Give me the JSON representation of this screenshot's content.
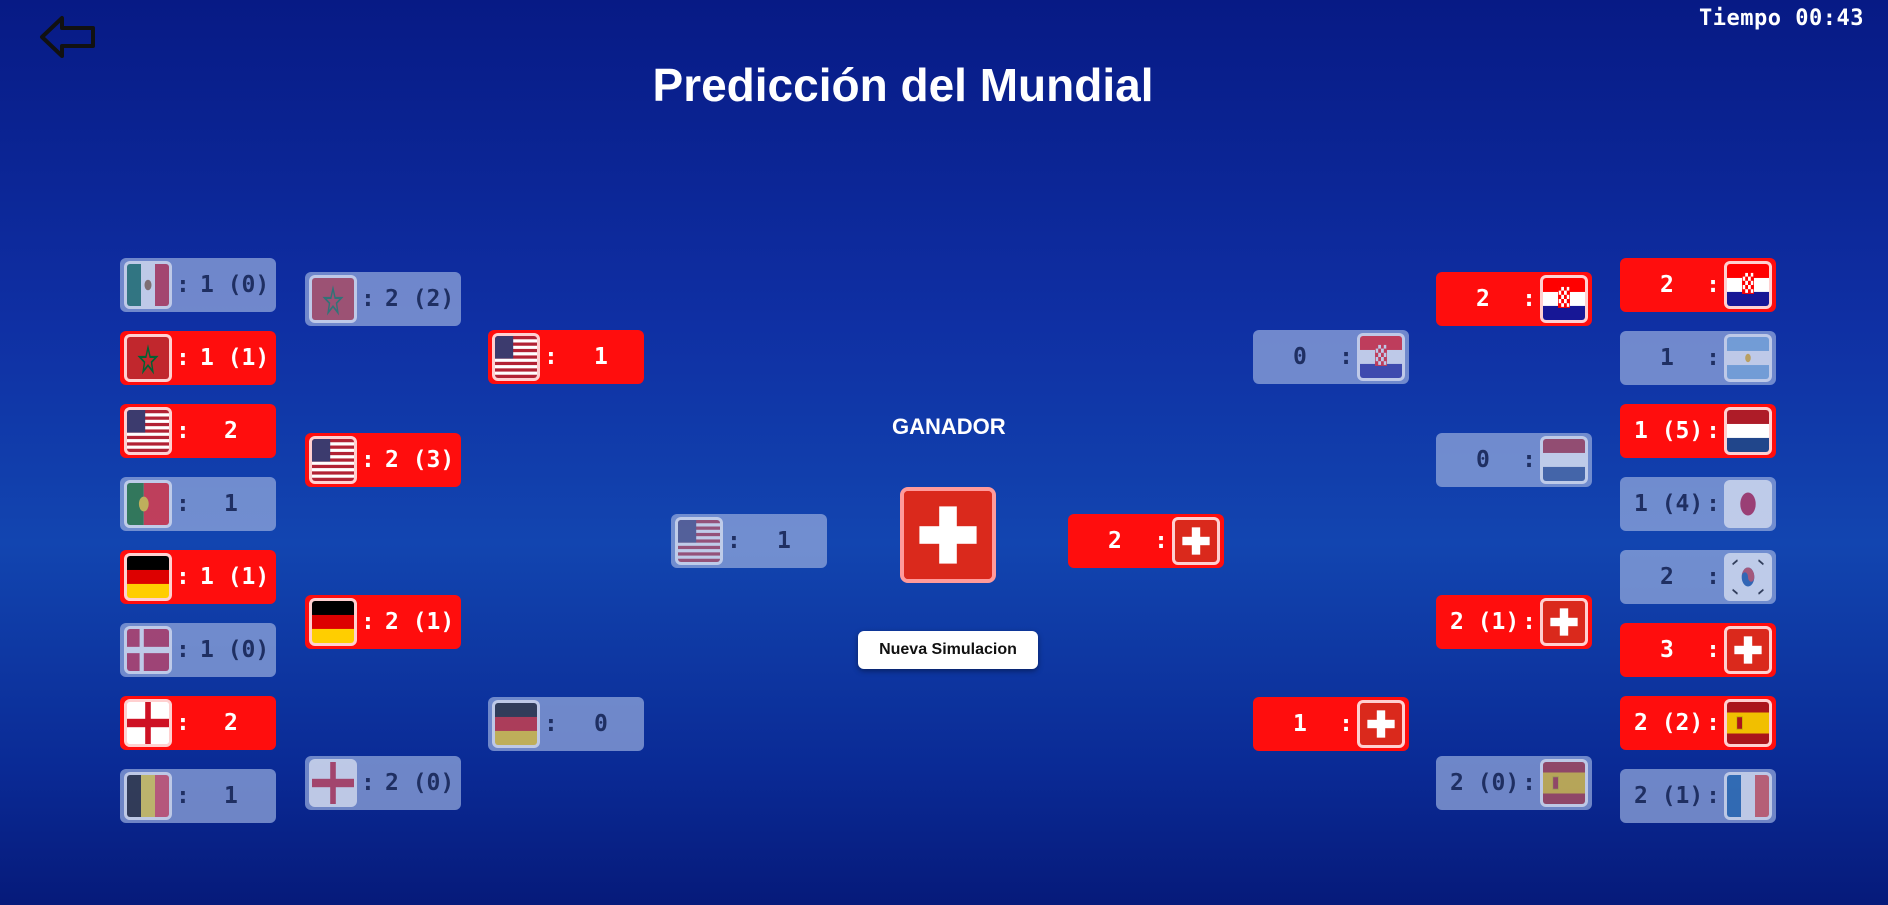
{
  "header": {
    "title": "Predicción del Mundial",
    "timer": "Tiempo 00:43"
  },
  "center": {
    "ganador_label": "GANADOR",
    "new_sim_label": "Nueva Simulacion",
    "winner_flag": "switzerland"
  },
  "colors": {
    "winner_bg": "#ff0d0d",
    "loser_bg": "#96aadc",
    "background": "#0f2fa3"
  },
  "bracket": {
    "left_r16": [
      {
        "flag": "mexico",
        "score": "1 (0)",
        "winner": false
      },
      {
        "flag": "morocco",
        "score": "1 (1)",
        "winner": true
      },
      {
        "flag": "usa",
        "score": "2",
        "winner": true
      },
      {
        "flag": "portugal",
        "score": "1",
        "winner": false
      },
      {
        "flag": "germany",
        "score": "1 (1)",
        "winner": true
      },
      {
        "flag": "denmark",
        "score": "1 (0)",
        "winner": false
      },
      {
        "flag": "england",
        "score": "2",
        "winner": true
      },
      {
        "flag": "belgium",
        "score": "1",
        "winner": false
      }
    ],
    "left_qf": [
      {
        "flag": "morocco",
        "score": "2 (2)",
        "winner": false
      },
      {
        "flag": "usa",
        "score": "2 (3)",
        "winner": true
      },
      {
        "flag": "germany",
        "score": "2 (1)",
        "winner": true
      },
      {
        "flag": "england",
        "score": "2 (0)",
        "winner": false
      }
    ],
    "left_sf": [
      {
        "flag": "usa",
        "score": "1",
        "winner": true
      },
      {
        "flag": "germany",
        "score": "0",
        "winner": false
      }
    ],
    "left_final": {
      "flag": "usa",
      "score": "1",
      "winner": false
    },
    "right_final": {
      "flag": "switzerland",
      "score": "2",
      "winner": true
    },
    "right_sf": [
      {
        "flag": "croatia",
        "score": "0",
        "winner": false
      },
      {
        "flag": "switzerland",
        "score": "1",
        "winner": true
      }
    ],
    "right_qf": [
      {
        "flag": "croatia",
        "score": "2",
        "winner": true
      },
      {
        "flag": "netherlands",
        "score": "0",
        "winner": false
      },
      {
        "flag": "switzerland",
        "score": "2 (1)",
        "winner": true
      },
      {
        "flag": "spain",
        "score": "2 (0)",
        "winner": false
      }
    ],
    "right_r16": [
      {
        "flag": "croatia",
        "score": "2",
        "winner": true
      },
      {
        "flag": "argentina",
        "score": "1",
        "winner": false
      },
      {
        "flag": "netherlands",
        "score": "1 (5)",
        "winner": true
      },
      {
        "flag": "japan",
        "score": "1 (4)",
        "winner": false
      },
      {
        "flag": "south-korea",
        "score": "2",
        "winner": false
      },
      {
        "flag": "switzerland",
        "score": "3",
        "winner": true
      },
      {
        "flag": "spain",
        "score": "2 (2)",
        "winner": true
      },
      {
        "flag": "france",
        "score": "2 (1)",
        "winner": false
      }
    ]
  }
}
